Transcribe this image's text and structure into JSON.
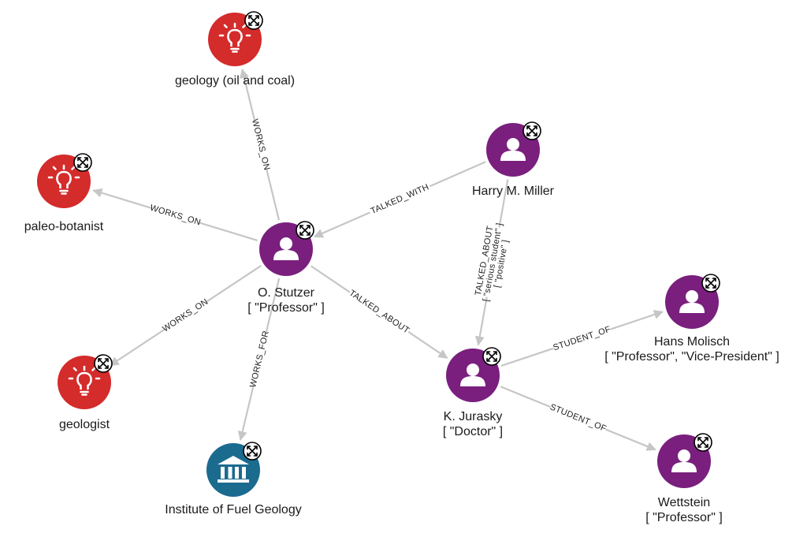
{
  "colors": {
    "concept": "#d42b2b",
    "person": "#7a1f7e",
    "organization": "#1b6b8f",
    "edge": "#c6c6c6"
  },
  "nodes": [
    {
      "id": "geology",
      "type": "concept",
      "icon": "lightbulb-icon",
      "label": "geology (oil and coal)",
      "sublabel": ""
    },
    {
      "id": "paleo",
      "type": "concept",
      "icon": "lightbulb-icon",
      "label": "paleo-botanist",
      "sublabel": ""
    },
    {
      "id": "geologist",
      "type": "concept",
      "icon": "lightbulb-icon",
      "label": "geologist",
      "sublabel": ""
    },
    {
      "id": "institute",
      "type": "organization",
      "icon": "institution-icon",
      "label": "Institute of Fuel Geology",
      "sublabel": ""
    },
    {
      "id": "stutzer",
      "type": "person",
      "icon": "person-icon",
      "label": "O. Stutzer",
      "sublabel": "[ \"Professor\" ]"
    },
    {
      "id": "miller",
      "type": "person",
      "icon": "person-icon",
      "label": "Harry M. Miller",
      "sublabel": ""
    },
    {
      "id": "jurasky",
      "type": "person",
      "icon": "person-icon",
      "label": "K. Jurasky",
      "sublabel": "[ \"Doctor\" ]"
    },
    {
      "id": "molisch",
      "type": "person",
      "icon": "person-icon",
      "label": "Hans Molisch",
      "sublabel": "[ \"Professor\", \"Vice-President\" ]"
    },
    {
      "id": "wettstein",
      "type": "person",
      "icon": "person-icon",
      "label": "Wettstein",
      "sublabel": "[ \"Professor\" ]"
    }
  ],
  "edges": [
    {
      "id": "e1",
      "from": "stutzer",
      "to": "geology",
      "label": "WORKS_ON",
      "props": []
    },
    {
      "id": "e2",
      "from": "stutzer",
      "to": "paleo",
      "label": "WORKS_ON",
      "props": []
    },
    {
      "id": "e3",
      "from": "stutzer",
      "to": "geologist",
      "label": "WORKS_ON",
      "props": []
    },
    {
      "id": "e4",
      "from": "stutzer",
      "to": "institute",
      "label": "WORKS_FOR",
      "props": []
    },
    {
      "id": "e5",
      "from": "miller",
      "to": "stutzer",
      "label": "TALKED_WITH",
      "props": []
    },
    {
      "id": "e6",
      "from": "stutzer",
      "to": "jurasky",
      "label": "TALKED_ABOUT",
      "props": []
    },
    {
      "id": "e7",
      "from": "miller",
      "to": "jurasky",
      "label": "TALKED_ABOUT",
      "props": [
        "[ \"serious student\" ]",
        "[ \"positive\" ]"
      ]
    },
    {
      "id": "e8",
      "from": "jurasky",
      "to": "molisch",
      "label": "STUDENT_OF",
      "props": []
    },
    {
      "id": "e9",
      "from": "jurasky",
      "to": "wettstein",
      "label": "STUDENT_OF",
      "props": []
    }
  ]
}
